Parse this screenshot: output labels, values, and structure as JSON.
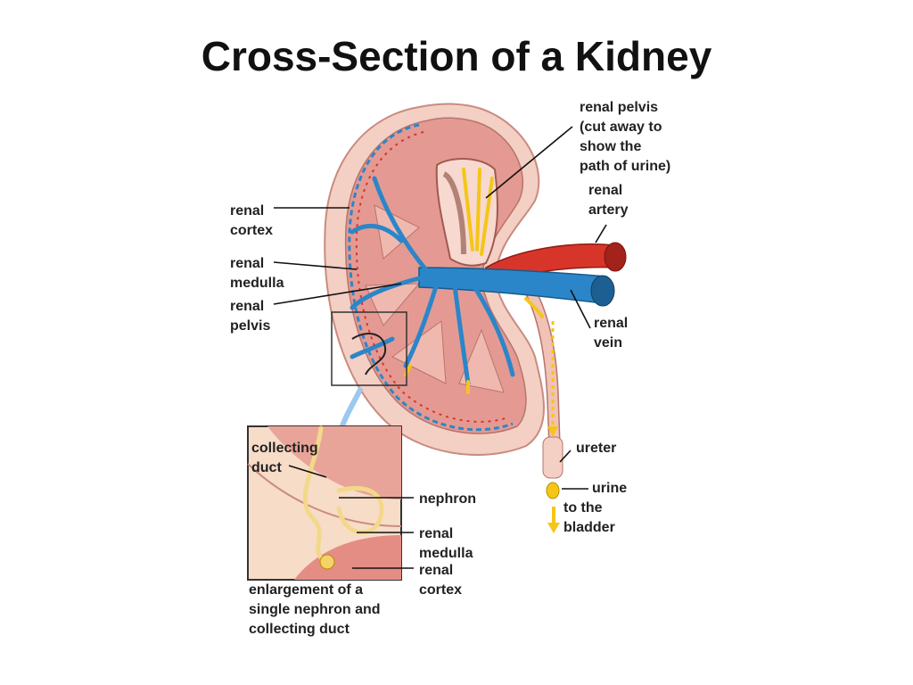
{
  "title": "Cross-Section of a Kidney",
  "labels": {
    "renal_pelvis_top": "renal pelvis\n(cut away to\nshow the\npath of urine)",
    "renal_artery": "renal\nartery",
    "renal_cortex": "renal\ncortex",
    "renal_medulla": "renal\nmedulla",
    "renal_pelvis_left": "renal\npelvis",
    "renal_vein": "renal\nvein",
    "ureter": "ureter",
    "urine": "urine",
    "to_bladder": "to the\nbladder",
    "collecting_duct": "collecting\nduct",
    "nephron": "nephron",
    "inset_medulla": "renal\nmedulla",
    "inset_cortex": "renal\ncortex",
    "enlargement_caption": "enlargement of a\nsingle nephron and\ncollecting duct"
  },
  "colors": {
    "artery": "#d8352a",
    "vein": "#2b86c9",
    "tissue": "#eba7a0",
    "capsule": "#f4cfc4",
    "urine_arrow": "#f5c518"
  }
}
